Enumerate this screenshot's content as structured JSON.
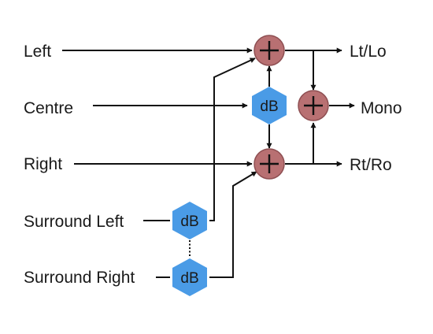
{
  "inputs": {
    "left": "Left",
    "centre": "Centre",
    "right": "Right",
    "surround_left": "Surround Left",
    "surround_right": "Surround Right"
  },
  "outputs": {
    "lt_lo": "Lt/Lo",
    "mono": "Mono",
    "rt_ro": "Rt/Ro"
  },
  "gains": {
    "centre": "dB",
    "surround_left": "dB",
    "surround_right": "dB"
  },
  "colors": {
    "summer": "#b87072",
    "summer_stroke": "#8e4f52",
    "gain": "#4a9be6",
    "line": "#111111"
  }
}
